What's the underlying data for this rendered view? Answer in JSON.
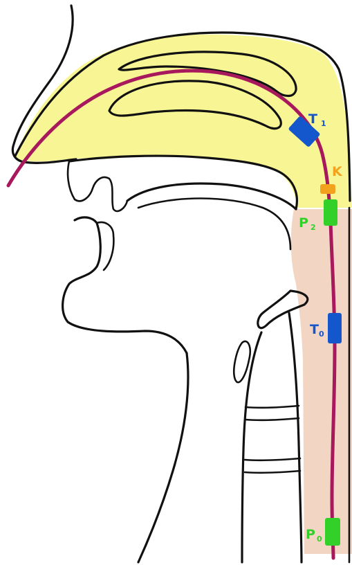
{
  "colors": {
    "nasal_cavity_fill": "#f8f594",
    "pharynx_fill": "#f3d5c3",
    "catheter": "#a8185d",
    "temperature_sensor": "#1456cc",
    "pressure_sensor": "#33d02a",
    "k_marker": "#f2a21c",
    "outline": "#111111"
  },
  "labels": {
    "t1": {
      "main": "T",
      "sub": "1"
    },
    "k": {
      "main": "K"
    },
    "p2": {
      "main": "P",
      "sub": "2"
    },
    "t0": {
      "main": "T",
      "sub": "0"
    },
    "p0": {
      "main": "P",
      "sub": "0"
    }
  }
}
